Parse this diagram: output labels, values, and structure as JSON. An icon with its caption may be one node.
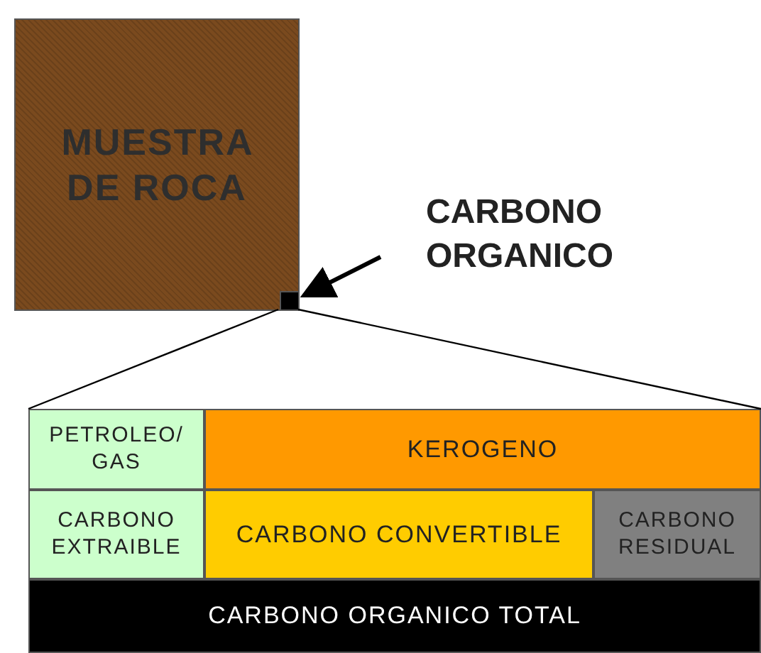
{
  "diagram": {
    "nodes": [
      {
        "text": [
          "MUESTRA DE ROCA"
        ]
      },
      {
        "text": [],
        "shape": "box",
        "in": 0
      },
      {
        "text": [
          "CARBONO ORGANICO"
        ]
      },
      {
        "text": [
          "PETROLEO/ GAS"
        ]
      },
      {
        "text": [
          "KEROGENO"
        ]
      },
      {
        "text": [
          "CARBONO EXTRAIBLE"
        ]
      },
      {
        "text": [
          "CARBONO CONVERTIBLE"
        ]
      },
      {
        "text": [
          "CARBONO RESIDUAL"
        ]
      },
      {
        "text": [
          "CARBONO ORGANICO TOTAL"
        ]
      }
    ],
    "edges": [
      {
        "from": 2,
        "to": 1,
        "arrow": "to",
        "style": "thick"
      },
      {
        "from": 1,
        "to": 3,
        "arrow": "none"
      },
      {
        "from": 1,
        "to": 4,
        "arrow": "none"
      }
    ]
  }
}
